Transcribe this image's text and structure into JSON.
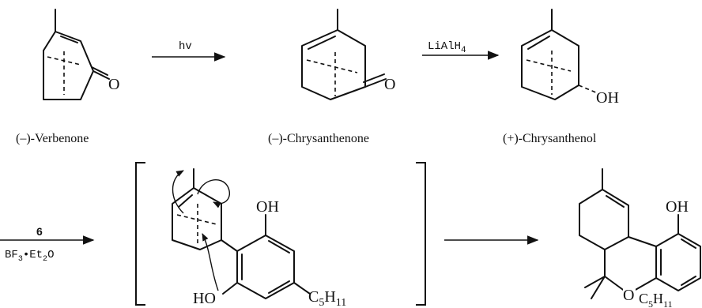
{
  "compounds": {
    "verbenone": "(–)-Verbenone",
    "chrysanthenone": "(–)-Chrysanthenone",
    "chrysanthenol": "(+)-Chrysanthenol"
  },
  "reagents": {
    "step1": "hv",
    "step2": "LiAlH4",
    "step3_top": "6",
    "step3_bottom": "BF3•Et2O"
  },
  "atoms": {
    "oxygen": "O",
    "hydroxyl": "OH",
    "hydroxyl_left": "HO",
    "pentyl": "C5H11"
  }
}
